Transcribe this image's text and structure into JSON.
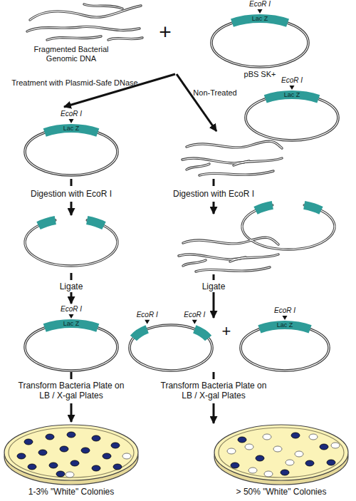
{
  "diagram": {
    "nodes": [
      {
        "text": [
          "EcoR I",
          "Lac Z",
          "pBS SK+"
        ]
      },
      {
        "text": [
          "EcoR I",
          "Lac Z"
        ]
      },
      {
        "text": [
          "EcoR I",
          "Lac Z"
        ]
      },
      {
        "text": [
          "EcoR I",
          "Lac Z"
        ]
      },
      {
        "text": [
          "EcoR I",
          "EcoR I"
        ]
      },
      {
        "text": [
          "EcoR I",
          "Lac Z"
        ]
      }
    ],
    "labels": [
      "Fragmented Bacterial Genomic DNA",
      "+",
      "Treatment with Plasmid-Safe DNase",
      "Non-Treated",
      "Digestion with EcoR I",
      "Digestion with EcoR I",
      "Ligate",
      "Ligate",
      "+",
      "Transform Bacteria Plate on LB / X-gal Plates",
      "Transform Bacteria Plate on LB / X-gal Plates",
      "1-3% \"White\" Colonies",
      "> 50% \"White\" Colonies"
    ]
  }
}
